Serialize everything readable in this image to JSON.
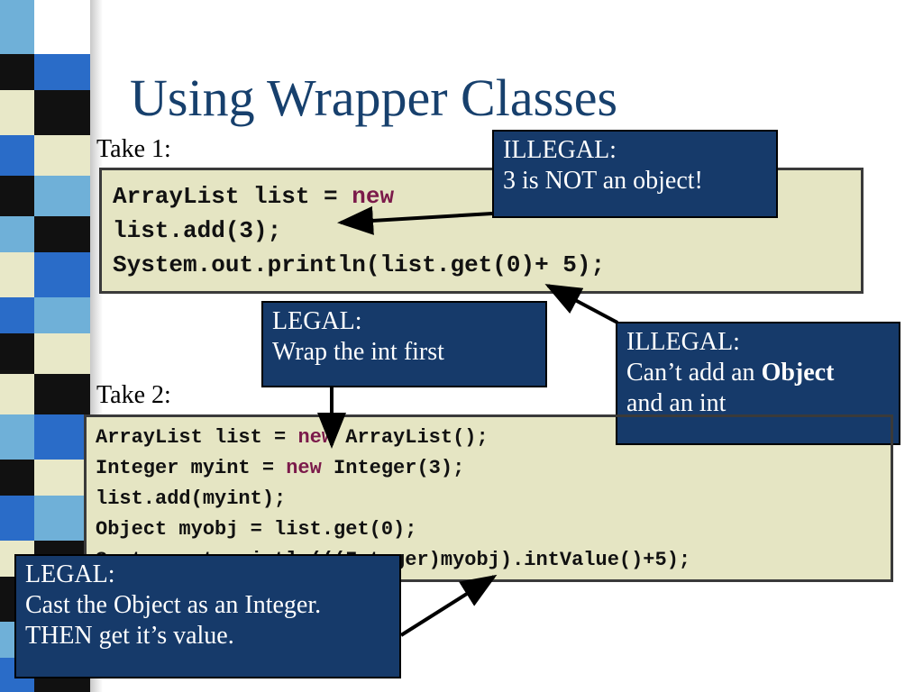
{
  "slide": {
    "title": "Using Wrapper Classes",
    "take1_label": "Take 1:",
    "take2_label": "Take 2:",
    "code1": {
      "line1_pre": "ArrayList list = ",
      "line1_kw": "new",
      "line2": "list.add(3);",
      "line3": "System.out.println(list.get(0)+ 5);"
    },
    "code2": {
      "line1_pre": "ArrayList list = ",
      "line1_kw": "new",
      "line1_post": " ArrayList();",
      "line2_pre": "Integer myint = ",
      "line2_kw": "new",
      "line2_post": " Integer(3);",
      "line3": "list.add(myint);",
      "line4": "Object myobj = list.get(0);",
      "line5": "System.out.println(((Integer)myobj).intValue()+5);"
    },
    "callouts": {
      "illegal_object": {
        "heading": "ILLEGAL:",
        "text": "3 is NOT an object!"
      },
      "legal_wrap": {
        "heading": "LEGAL:",
        "text": "Wrap the int first"
      },
      "illegal_add": {
        "heading": "ILLEGAL:",
        "text_pre": "Can’t add an ",
        "text_bold": "Object",
        "line3": "and an int"
      },
      "legal_cast": {
        "heading": "LEGAL:",
        "line1": "Cast the Object as an Integer.",
        "line2": "THEN get it’s value."
      }
    },
    "colors": {
      "title": "#17406d",
      "callout_bg": "#163a6a",
      "code_bg": "#e5e5c3",
      "keyword": "#7b1a4a"
    }
  }
}
